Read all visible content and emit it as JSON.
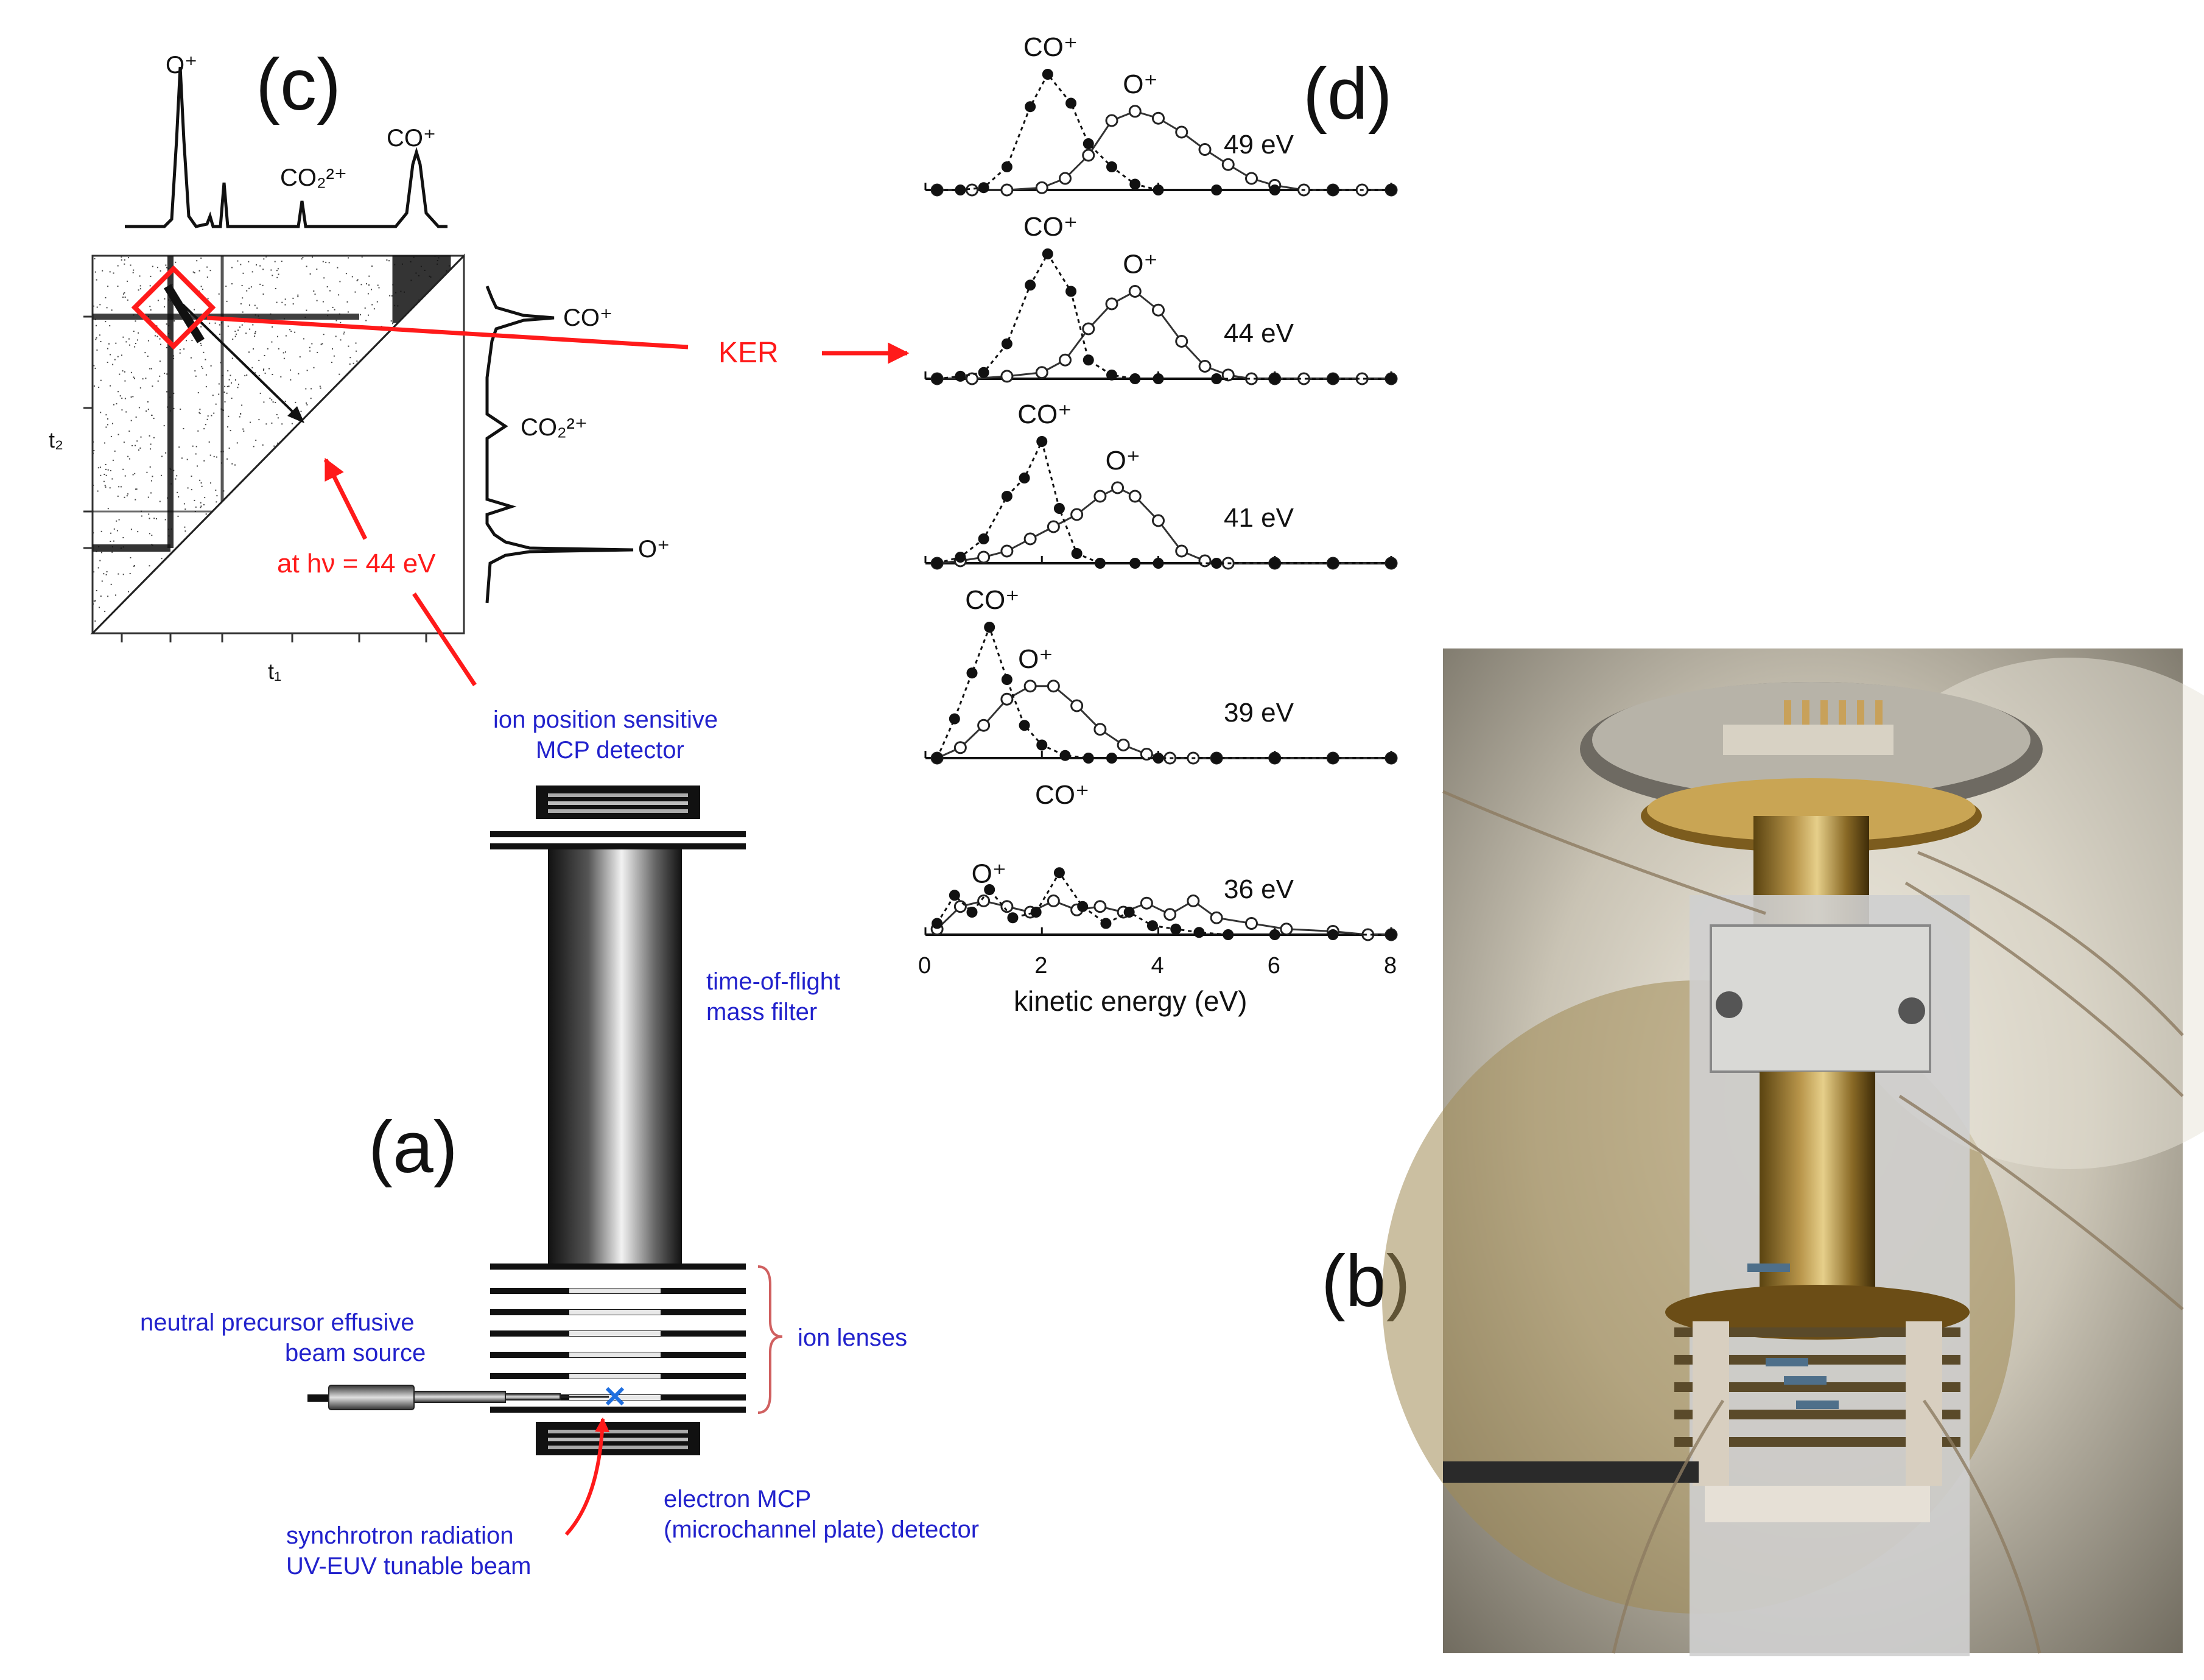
{
  "panels": {
    "a": "(a)",
    "b": "(b)",
    "c": "(c)",
    "d": "(d)"
  },
  "coincidence_map": {
    "top_peaks": {
      "o_plus": "O⁺",
      "co2_2plus": "CO₂²⁺",
      "co_plus": "CO⁺"
    },
    "side_peaks": {
      "co_plus": "CO⁺",
      "co2_2plus": "CO₂²⁺",
      "o_plus": "O⁺"
    },
    "x_axis_label": "t₁",
    "y_axis_label": "t₂",
    "photon_energy_label": "at hν = 44 eV",
    "ker_label": "KER"
  },
  "apparatus": {
    "ion_detector": [
      "ion position sensitive",
      "MCP detector"
    ],
    "tof": [
      "time-of-flight",
      "mass filter"
    ],
    "ion_lenses": "ion lenses",
    "precursor": [
      "neutral precursor effusive",
      "beam source"
    ],
    "electron_detector": [
      "electron MCP",
      "(microchannel plate) detector"
    ],
    "synchrotron": [
      "synchrotron radiation",
      "UV-EUV tunable beam"
    ]
  },
  "colors": {
    "annotation_red": "#ff1a1a",
    "label_blue": "#2222cc",
    "text_black": "#111111"
  },
  "chart_data": {
    "type": "line",
    "xlabel": "kinetic energy (eV)",
    "xlim": [
      0,
      8
    ],
    "x_ticks": [
      "0",
      "2",
      "4",
      "6",
      "8"
    ],
    "panels": [
      {
        "energy": "49 eV",
        "label_co": "CO⁺",
        "label_o": "O⁺",
        "co": {
          "x": [
            0.2,
            0.6,
            1.0,
            1.4,
            1.8,
            2.1,
            2.5,
            2.8,
            3.2,
            3.6,
            4.0,
            5.0,
            6.0,
            7.0,
            8.0
          ],
          "y": [
            0,
            0,
            0.02,
            0.2,
            0.72,
            1.0,
            0.75,
            0.4,
            0.2,
            0.05,
            0,
            0,
            0,
            0,
            0
          ]
        },
        "o": {
          "x": [
            0.2,
            0.8,
            1.4,
            2.0,
            2.4,
            2.8,
            3.2,
            3.6,
            4.0,
            4.4,
            4.8,
            5.2,
            5.6,
            6.0,
            6.5,
            7.0,
            7.5,
            8.0
          ],
          "y": [
            0,
            0,
            0,
            0.02,
            0.1,
            0.3,
            0.6,
            0.68,
            0.62,
            0.5,
            0.35,
            0.22,
            0.1,
            0.04,
            0,
            0,
            0,
            0
          ]
        }
      },
      {
        "energy": "44 eV",
        "label_co": "CO⁺",
        "label_o": "O⁺",
        "co": {
          "x": [
            0.2,
            0.6,
            1.0,
            1.4,
            1.8,
            2.1,
            2.5,
            2.8,
            3.2,
            3.6,
            4.0,
            5.0,
            6.0,
            7.0,
            8.0
          ],
          "y": [
            0,
            0.02,
            0.05,
            0.28,
            0.75,
            1.0,
            0.7,
            0.15,
            0.03,
            0,
            0,
            0,
            0,
            0,
            0
          ]
        },
        "o": {
          "x": [
            0.2,
            0.8,
            1.4,
            2.0,
            2.4,
            2.8,
            3.2,
            3.6,
            4.0,
            4.4,
            4.8,
            5.2,
            5.6,
            6.0,
            6.5,
            7.0,
            7.5,
            8.0
          ],
          "y": [
            0,
            0,
            0.02,
            0.05,
            0.15,
            0.4,
            0.6,
            0.7,
            0.55,
            0.3,
            0.1,
            0.03,
            0,
            0,
            0,
            0,
            0,
            0
          ]
        }
      },
      {
        "energy": "41 eV",
        "label_co": "CO⁺",
        "label_o": "O⁺",
        "co": {
          "x": [
            0.2,
            0.6,
            1.0,
            1.4,
            1.7,
            2.0,
            2.3,
            2.6,
            3.0,
            3.6,
            4.0,
            5.0,
            6.0,
            7.0,
            8.0
          ],
          "y": [
            0,
            0.05,
            0.2,
            0.55,
            0.7,
            1.0,
            0.45,
            0.08,
            0,
            0,
            0,
            0,
            0,
            0,
            0
          ]
        },
        "o": {
          "x": [
            0.2,
            0.6,
            1.0,
            1.4,
            1.8,
            2.2,
            2.6,
            3.0,
            3.3,
            3.6,
            4.0,
            4.4,
            4.8,
            5.2,
            6.0,
            7.0,
            8.0
          ],
          "y": [
            0,
            0.02,
            0.05,
            0.1,
            0.2,
            0.3,
            0.4,
            0.55,
            0.62,
            0.55,
            0.35,
            0.1,
            0.02,
            0,
            0,
            0,
            0
          ]
        }
      },
      {
        "energy": "39 eV",
        "label_co": "CO⁺",
        "label_o": "O⁺",
        "co": {
          "x": [
            0.2,
            0.5,
            0.8,
            1.1,
            1.4,
            1.7,
            2.0,
            2.4,
            2.8,
            3.2,
            4.0,
            5.0,
            6.0,
            7.0,
            8.0
          ],
          "y": [
            0,
            0.3,
            0.65,
            1.0,
            0.6,
            0.25,
            0.1,
            0.02,
            0,
            0,
            0,
            0,
            0,
            0,
            0
          ]
        },
        "o": {
          "x": [
            0.2,
            0.6,
            1.0,
            1.4,
            1.8,
            2.2,
            2.6,
            3.0,
            3.4,
            3.8,
            4.2,
            4.6,
            5.0,
            6.0,
            7.0,
            8.0
          ],
          "y": [
            0,
            0.08,
            0.25,
            0.45,
            0.55,
            0.55,
            0.4,
            0.22,
            0.1,
            0.03,
            0,
            0,
            0,
            0,
            0,
            0
          ]
        }
      },
      {
        "energy": "36 eV",
        "label_co": "CO⁺",
        "label_o": "O⁺",
        "co": {
          "x": [
            0.2,
            0.5,
            0.8,
            1.1,
            1.5,
            1.9,
            2.3,
            2.7,
            3.1,
            3.5,
            3.9,
            4.3,
            4.7,
            5.2,
            6.0,
            7.0,
            8.0
          ],
          "y": [
            0.1,
            0.35,
            0.2,
            0.4,
            0.15,
            0.2,
            0.55,
            0.25,
            0.1,
            0.2,
            0.08,
            0.05,
            0.02,
            0,
            0,
            0,
            0
          ]
        },
        "o": {
          "x": [
            0.2,
            0.6,
            1.0,
            1.4,
            1.8,
            2.2,
            2.6,
            3.0,
            3.4,
            3.8,
            4.2,
            4.6,
            5.0,
            5.6,
            6.2,
            7.0,
            7.6,
            8.0
          ],
          "y": [
            0.05,
            0.25,
            0.3,
            0.25,
            0.2,
            0.3,
            0.22,
            0.25,
            0.2,
            0.28,
            0.18,
            0.3,
            0.15,
            0.1,
            0.05,
            0.03,
            0,
            0
          ]
        }
      }
    ]
  }
}
